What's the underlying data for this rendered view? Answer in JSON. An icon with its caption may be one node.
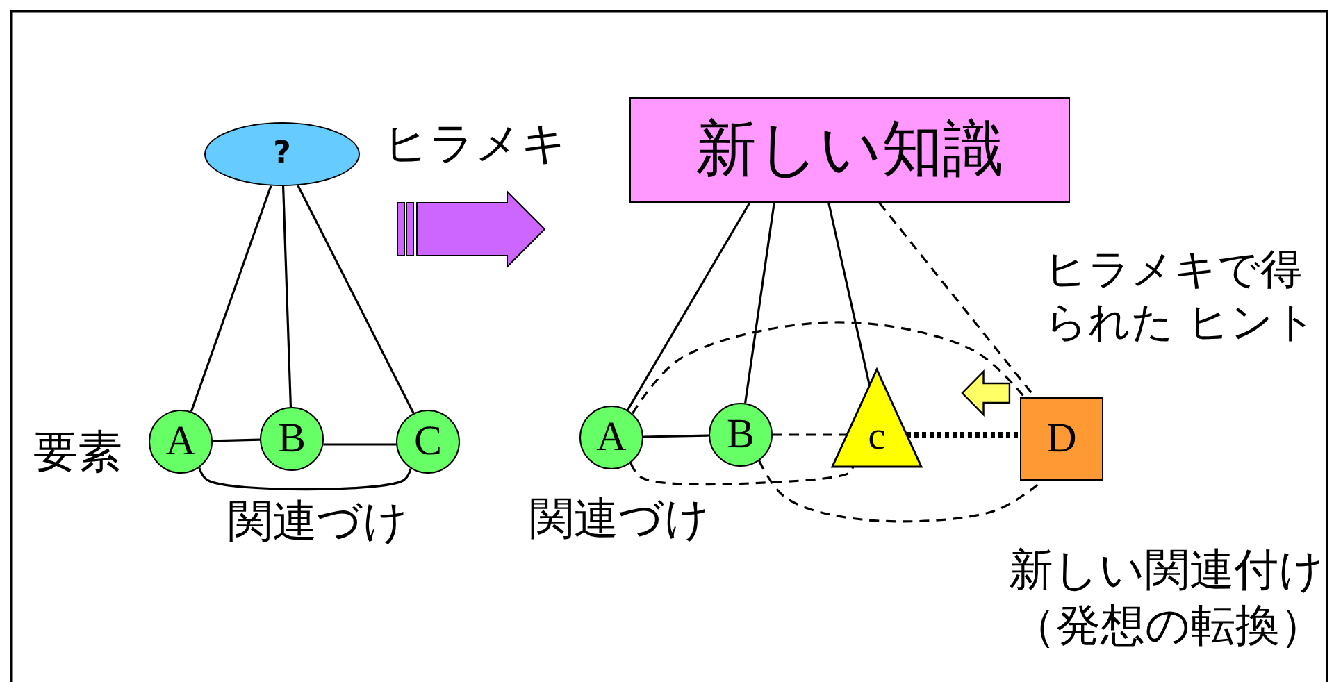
{
  "diagram": {
    "nodes": [
      {
        "text": [
          "?"
        ]
      },
      {
        "text": [
          "A"
        ]
      },
      {
        "text": [
          "B"
        ]
      },
      {
        "text": [
          "C"
        ]
      },
      {
        "text": [
          "新しい知識"
        ]
      },
      {
        "text": [
          "A"
        ]
      },
      {
        "text": [
          "B"
        ]
      },
      {
        "text": [
          "c"
        ]
      },
      {
        "text": [
          "D"
        ],
        "beside": [
          "ヒラメキで得られた ヒント"
        ]
      }
    ],
    "edges": [
      {
        "from": 0,
        "to": 1,
        "arrow": "none"
      },
      {
        "from": 0,
        "to": 2,
        "arrow": "none"
      },
      {
        "from": 0,
        "to": 3,
        "arrow": "none"
      },
      {
        "from": 1,
        "to": 2,
        "arrow": "none"
      },
      {
        "from": 2,
        "to": 3,
        "arrow": "none"
      },
      {
        "from": 1,
        "to": 3,
        "arrow": "none"
      },
      {
        "from": 4,
        "to": 5,
        "arrow": "none"
      },
      {
        "from": 4,
        "to": 6,
        "arrow": "none"
      },
      {
        "from": 4,
        "to": 7,
        "arrow": "none"
      },
      {
        "from": 4,
        "to": 8,
        "arrow": "none",
        "style": "dashed"
      },
      {
        "from": 5,
        "to": 6,
        "arrow": "none"
      },
      {
        "from": 6,
        "to": 7,
        "arrow": "none",
        "style": "dashed"
      },
      {
        "from": 7,
        "to": 8,
        "arrow": "none",
        "style": "dashed"
      },
      {
        "from": 5,
        "to": 8,
        "arrow": "none",
        "style": "dashed"
      },
      {
        "from": 5,
        "to": 7,
        "arrow": "none",
        "style": "dashed"
      },
      {
        "from": 6,
        "to": 8,
        "arrow": "none",
        "style": "dashed"
      },
      {
        "from": 8,
        "to": 7,
        "arrow": "to",
        "color": "#ffff66"
      }
    ],
    "labels": [
      "ヒラメキ",
      "要素",
      "関連づけ",
      "関連づけ",
      "新しい関連付け（発想の転換）"
    ]
  }
}
